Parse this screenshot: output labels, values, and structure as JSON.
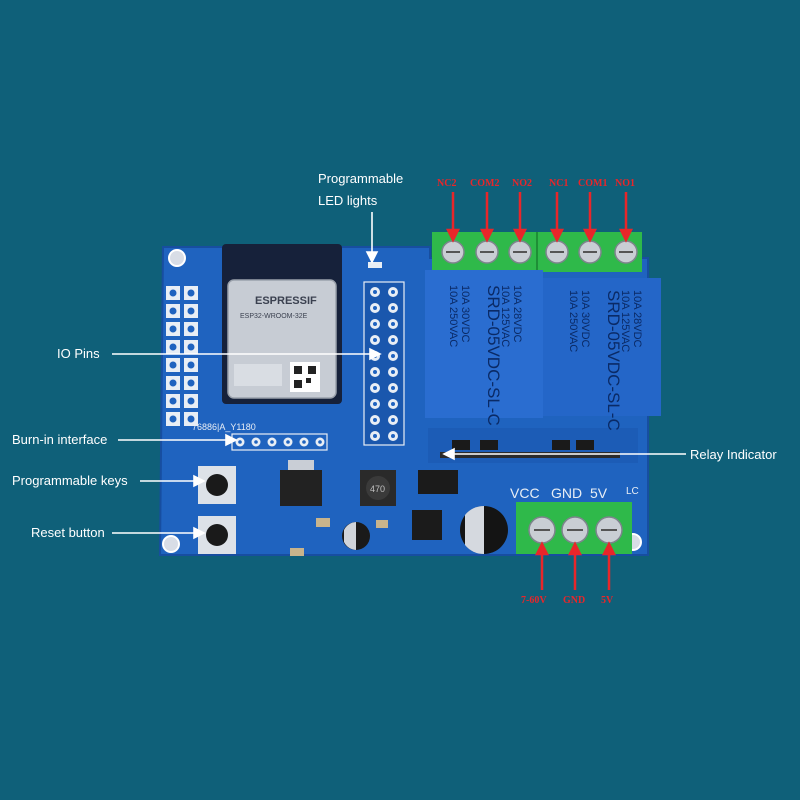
{
  "annotations": {
    "led_lights_line1": "Programmable",
    "led_lights_line2": "LED lights",
    "io_pins": "IO Pins",
    "burn_in": "Burn-in interface",
    "prog_keys": "Programmable keys",
    "reset": "Reset button",
    "relay_indicator": "Relay Indicator"
  },
  "relay_terminals": [
    "NC2",
    "COM2",
    "NO2",
    "NC1",
    "COM1",
    "NO1"
  ],
  "power_terminals": {
    "silkscreen": [
      "VCC",
      "GND",
      "5V"
    ],
    "labels": [
      "7-60V",
      "GND",
      "5V"
    ]
  },
  "module": {
    "brand": "ESPRESSIF",
    "model": "ESP32-WROOM-32E"
  },
  "relay_text": {
    "rating1": "10A 250VAC",
    "rating2": "10A 30VDC",
    "rating3": "10A 125VAC",
    "rating4": "10A 28VDC",
    "model": "SRD-05VDC-SL-C"
  },
  "silkscreen": {
    "board_code": "76886|A_Y1180",
    "inductor": "470",
    "lc": "LC"
  },
  "colors": {
    "background": "#0f6079",
    "pcb": "#1f63bf",
    "relay": "#2a6dd0",
    "terminal": "#2fb94a",
    "annotation_red": "#e8262a"
  }
}
